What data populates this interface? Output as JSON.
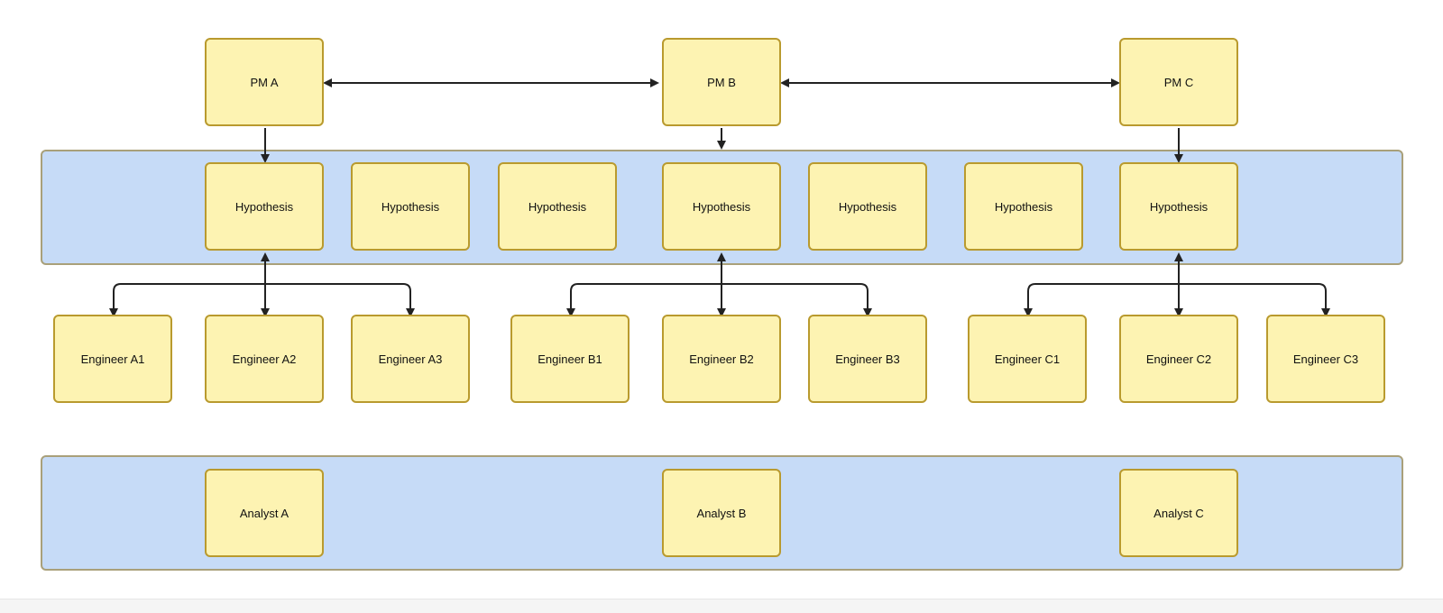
{
  "colors": {
    "band_fill": "#c6dbf7",
    "node_fill": "#fdf3b2",
    "node_border": "#b99a2e",
    "edge": "#222222"
  },
  "pms": {
    "a": "PM A",
    "b": "PM B",
    "c": "PM C"
  },
  "hypotheses": [
    "Hypothesis",
    "Hypothesis",
    "Hypothesis",
    "Hypothesis",
    "Hypothesis",
    "Hypothesis",
    "Hypothesis"
  ],
  "engineers": {
    "a1": "Engineer A1",
    "a2": "Engineer A2",
    "a3": "Engineer A3",
    "b1": "Engineer B1",
    "b2": "Engineer B2",
    "b3": "Engineer B3",
    "c1": "Engineer C1",
    "c2": "Engineer C2",
    "c3": "Engineer C3"
  },
  "analysts": {
    "a": "Analyst A",
    "b": "Analyst B",
    "c": "Analyst C"
  }
}
